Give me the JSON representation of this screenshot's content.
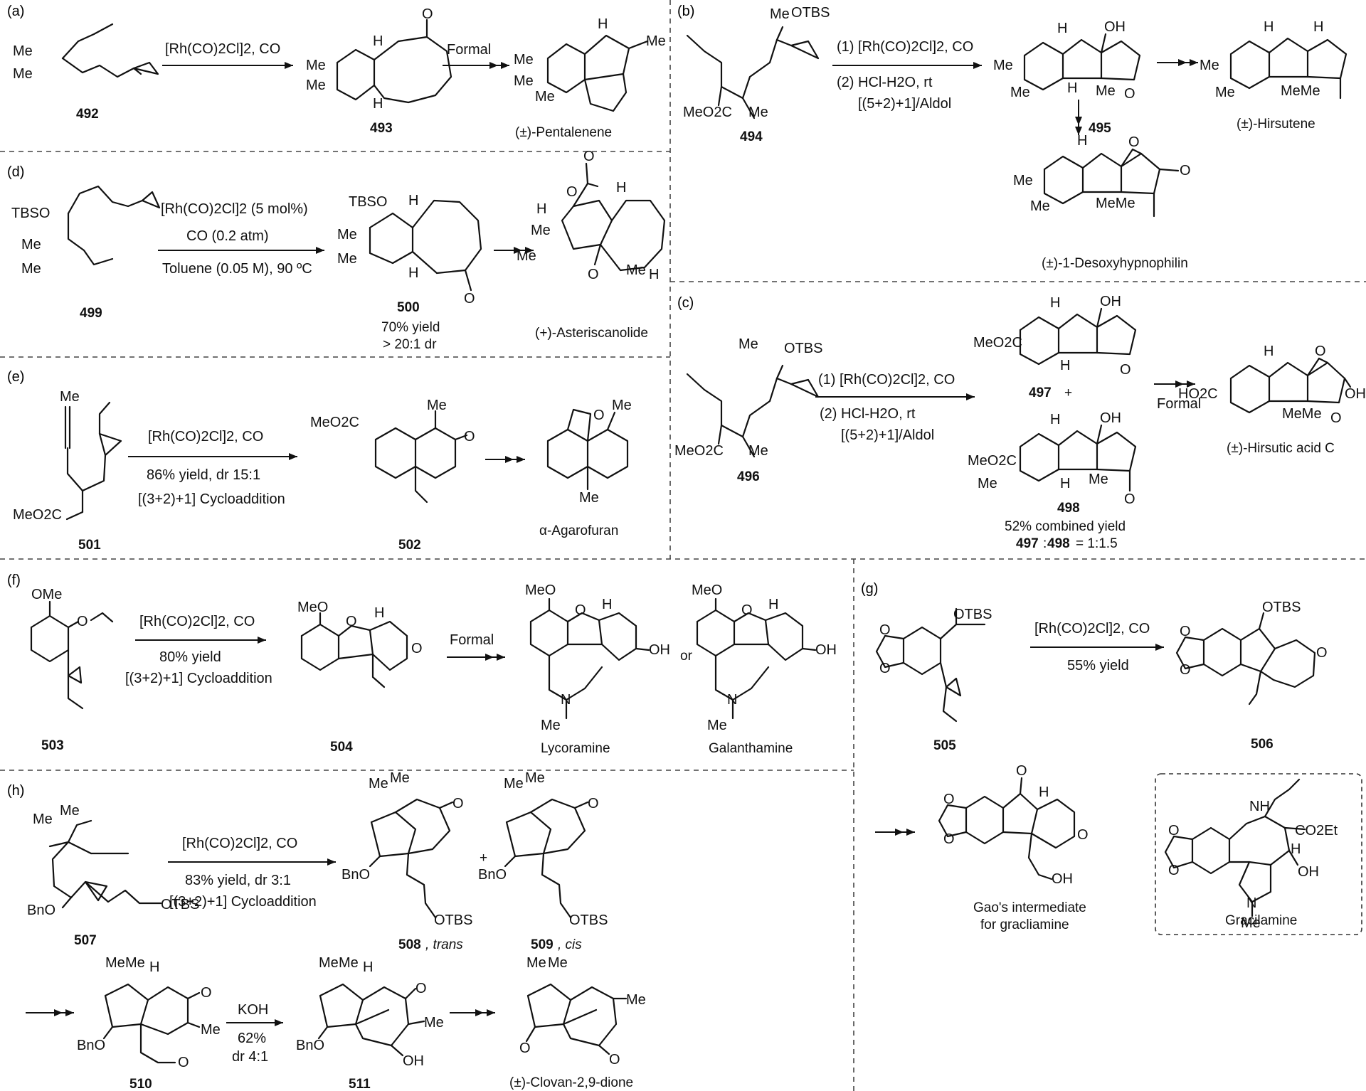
{
  "panels": {
    "a": {
      "tag": "(a)",
      "reagents": "[Rh(CO)2Cl]2, CO",
      "step_label": "Formal",
      "compounds": [
        "492",
        "493"
      ],
      "product": "(±)-Pentalenene"
    },
    "b": {
      "tag": "(b)",
      "cond1": "(1) [Rh(CO)2Cl]2, CO",
      "cond2": "(2) HCl-H2O, rt",
      "cond3": "[(5+2)+1]/Aldol",
      "compounds": [
        "494",
        "495"
      ],
      "product1": "(±)-Hirsutene",
      "product2": "(±)-1-Desoxyhypnophilin"
    },
    "c": {
      "tag": "(c)",
      "cond1": "(1) [Rh(CO)2Cl]2, CO",
      "cond2": "(2) HCl-H2O, rt",
      "cond3": "[(5+2)+1]/Aldol",
      "compounds": [
        "496",
        "497",
        "498"
      ],
      "plus": "+",
      "yield": "52% combined yield",
      "ratio_a": "497",
      "ratio_sep": ":",
      "ratio_b": "498",
      "ratio_val": "= 1:1.5",
      "step_label": "Formal",
      "product": "(±)-Hirsutic acid C"
    },
    "d": {
      "tag": "(d)",
      "cond1": "[Rh(CO)2Cl]2 (5 mol%)",
      "cond2": "CO (0.2 atm)",
      "cond3": "Toluene (0.05 M), 90 ºC",
      "compounds": [
        "499",
        "500"
      ],
      "yield": "70% yield",
      "dr": "> 20:1 dr",
      "product": "(+)-Asteriscanolide"
    },
    "e": {
      "tag": "(e)",
      "cond1": "[Rh(CO)2Cl]2, CO",
      "cond2": "86% yield, dr 15:1",
      "cond3": "[(3+2)+1] Cycloaddition",
      "compounds": [
        "501",
        "502"
      ],
      "product": "α-Agarofuran"
    },
    "f": {
      "tag": "(f)",
      "cond1": "[Rh(CO)2Cl]2, CO",
      "cond2": "80% yield",
      "cond3": "[(3+2)+1] Cycloaddition",
      "compounds": [
        "503",
        "504"
      ],
      "step_label": "Formal",
      "product1": "Lycoramine",
      "or": "or",
      "product2": "Galanthamine"
    },
    "g": {
      "tag": "(g)",
      "cond1": "[Rh(CO)2Cl]2, CO",
      "cond2": "55% yield",
      "compounds": [
        "505",
        "506"
      ],
      "intermediate1": "Gao's intermediate",
      "intermediate2": "for gracliamine",
      "natural": "Gracilamine"
    },
    "h": {
      "tag": "(h)",
      "cond1": "[Rh(CO)2Cl]2, CO",
      "cond2": "83% yield, dr 3:1",
      "cond3": "[(3+2)+1] Cycloaddition",
      "compounds": [
        "507",
        "508",
        "509",
        "510",
        "511"
      ],
      "trans": ", trans",
      "cis": ", cis",
      "plus": "+",
      "koh1": "KOH",
      "koh2": "62%",
      "koh3": "dr 4:1",
      "product": "(±)-Clovan-2,9-dione"
    }
  },
  "atoms": {
    "me": "Me",
    "oh": "OH",
    "o": "O",
    "h": "H",
    "n": "N",
    "nh": "NH",
    "otbs": "OTBS",
    "tbso": "TBSO",
    "bno": "BnO",
    "meo": "MeO",
    "meo2c": "MeO2C",
    "ho2c": "HO2C",
    "co2et": "CO2Et",
    "ome": "OMe",
    "meme": "MeMe"
  }
}
